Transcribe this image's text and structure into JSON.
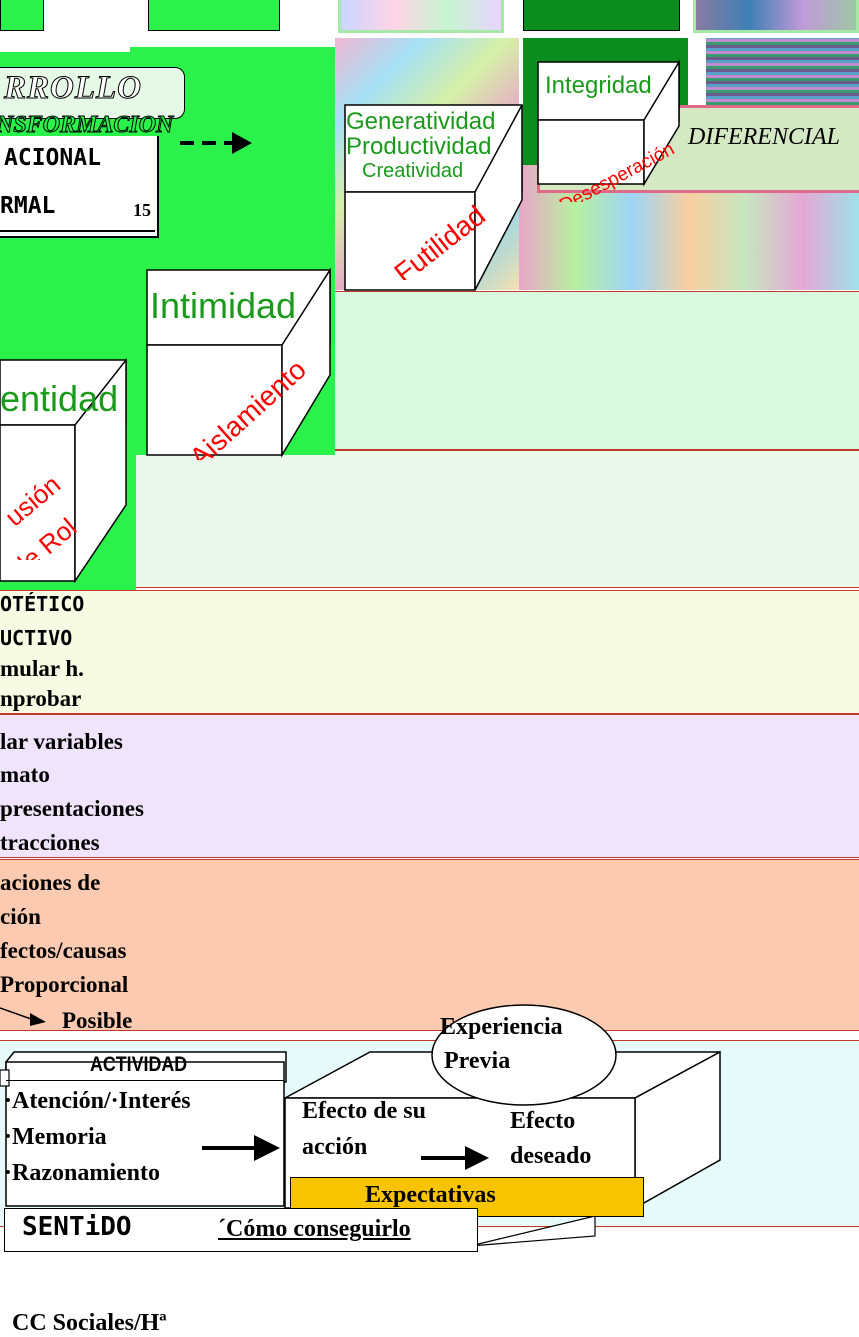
{
  "stage_labels": {
    "desarrollo": "RROLLO",
    "transformacion": "NSFORMACION",
    "operacional": "ACIONAL",
    "formal": "RMAL",
    "formal_number": "15",
    "diferencial": "DIFERENCIAL"
  },
  "crises": {
    "integridad": "Integridad",
    "desesperacion": "Desesperación",
    "generatividad": "Generatividad",
    "productividad": "Productividad",
    "creatividad": "Creatividad",
    "futilidad": "Futilidad",
    "intimidad": "Intimidad",
    "aislamiento": "Aislamiento",
    "identidad": "entidad",
    "confusion": "usión",
    "de_rol": "de Rol"
  },
  "rows": {
    "hipotetico": "OTÉTICO",
    "deductivo": "UCTIVO",
    "formular": "mular h.",
    "comprobar": "nprobar",
    "variables": "lar variables",
    "formato": "mato",
    "representaciones": "presentaciones",
    "abstracciones": "tracciones",
    "relaciones": "aciones de",
    "accion": "ción",
    "efectos": "fectos/causas",
    "proporcional": "Proporcional",
    "posible": "Posible"
  },
  "activity": {
    "title": "ACTIVIDAD",
    "item1": "·Atención/·Interés",
    "item2": "·Memoria",
    "item3": "·Razonamiento",
    "experiencia": "Experiencia",
    "previa": "Previa",
    "efecto_su": "Efecto de su",
    "accion": "acción",
    "efecto": "Efecto",
    "deseado": "deseado",
    "expectativas": "Expectativas",
    "sentido": "SENTiDO",
    "como": "´Cómo conseguirlo"
  },
  "footer": {
    "partial": "CC Sociales/Hª"
  },
  "colors": {
    "bright_green": "#2af24a",
    "mint": "#d9f8df",
    "pale_green": "#ecf8eb",
    "pale_yellow": "#f8fbe4",
    "lavender": "#efe4fc",
    "salmon": "#fccab0",
    "pale_cyan": "#e6fafa",
    "dark_green": "#0b8c1e",
    "red_text": "#ff0000",
    "green_text": "#1a9a1a",
    "orange_box": "#f8c400"
  }
}
